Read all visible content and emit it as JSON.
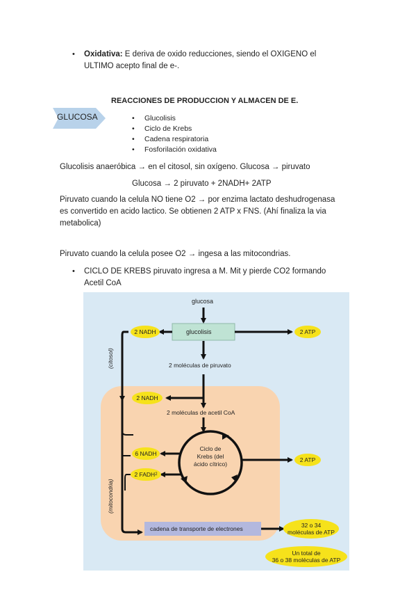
{
  "intro": {
    "bullet": "•",
    "term": "Oxidativa:",
    "line1": " E deriva de oxido reducciones, siendo el OXIGENO el",
    "line2": "ULTIMO acepto final de e-."
  },
  "heading": "REACCIONES DE PRODUCCION Y ALMACEN DE E.",
  "glucosa_label": "GLUCOSA",
  "stages": [
    "Glucolisis",
    "Ciclo de Krebs",
    "Cadena respiratoria",
    "Fosforilación oxidativa"
  ],
  "para1": "Glucolisis anaeróbica → en el citosol, sin oxígeno. Glucosa → piruvato",
  "equation": "Glucosa → 2 piruvato + 2NADH+ 2ATP",
  "para2": {
    "line1": "Piruvato cuando la celula NO tiene O2 → por enzima lactato deshudrogenasa",
    "line2": "es convertido en acido lactico. Se obtienen 2 ATP x FNS. (Ahí finaliza la via",
    "line3": "metabolica)"
  },
  "para3": "Piruvato cuando la celula posee O2 → ingesa a las mitocondrias.",
  "krebs_bullet": {
    "line1": "CICLO DE KREBS  piruvato ingresa a M. Mit y pierde CO2 formando",
    "line2": "Acetil CoA"
  },
  "diagram": {
    "glucosa": "glucosa",
    "glucolisis": "glucolisis",
    "nadh_top": "2 NADH",
    "atp_top": "2 ATP",
    "piruvato": "2 moléculas de piruvato",
    "nadh_mid": "2 NADH",
    "acetil": "2 moléculas de acetil CoA",
    "krebs_l1": "Ciclo de",
    "krebs_l2": "Krebs (del",
    "krebs_l3": "ácido cítrico)",
    "nadh_6": "6 NADH",
    "fadh": "2 FADH",
    "fadh_sub": "2",
    "atp_krebs": "2 ATP",
    "cadena": "cadena de transporte de electrones",
    "atp_3234_l1": "32 o 34",
    "atp_3234_l2": "moléculas de ATP",
    "total_l1": "Un total de",
    "total_l2": "36 o 38 moléculas de ATP",
    "citosol": "(citosol)",
    "mitocondria": "(mitocondria)"
  },
  "colors": {
    "diagram_bg": "#d9e9f4",
    "mito_bg": "#f9d4b0",
    "glucolisis_box": "#bfe3d4",
    "cadena_box": "#b3b8de",
    "pill": "#f6e21b",
    "glucosa_arrow": "#b8d2ea"
  }
}
